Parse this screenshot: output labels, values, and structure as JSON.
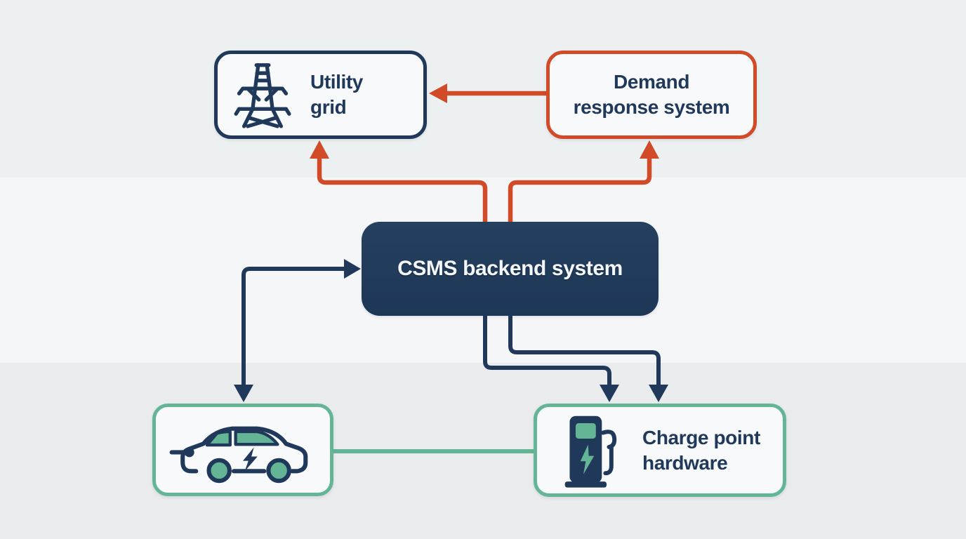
{
  "diagram_type": "flowchart",
  "colors": {
    "navy": "#20395b",
    "orange": "#d14b29",
    "green": "#63b596",
    "box_fill": "#f7f9fa",
    "bg_top": "#edf0f0",
    "bg_mid": "#f5f6f8",
    "bg_bottom": "#e9ebed",
    "csms_text": "#f4f7fa"
  },
  "nodes": {
    "utility_grid": {
      "lines": [
        "Utility",
        "grid"
      ],
      "icon": "transmission-tower-icon",
      "border_color": "#20395b"
    },
    "demand_response": {
      "lines": [
        "Demand",
        "response system"
      ],
      "border_color": "#d14b29"
    },
    "csms_backend": {
      "label": "CSMS backend system",
      "fill_color": "#20395b"
    },
    "ev_car": {
      "icon": "electric-car-icon",
      "border_color": "#63b596"
    },
    "charge_point": {
      "lines": [
        "Charge point",
        "hardware"
      ],
      "icon": "charging-station-icon",
      "border_color": "#63b596"
    }
  },
  "connections": [
    {
      "from": "demand_response",
      "to": "utility_grid",
      "color": "#d14b29",
      "arrow": "to"
    },
    {
      "from": "csms_backend",
      "to": "utility_grid",
      "color": "#d14b29",
      "arrow": "to"
    },
    {
      "from": "csms_backend",
      "to": "demand_response",
      "color": "#d14b29",
      "arrow": "to"
    },
    {
      "from": "ev_car",
      "to": "csms_backend",
      "color": "#20395b",
      "arrow": "both"
    },
    {
      "from": "csms_backend",
      "to": "charge_point",
      "color": "#20395b",
      "arrow": "to"
    },
    {
      "from": "csms_backend",
      "to": "charge_point",
      "color": "#20395b",
      "arrow": "to"
    },
    {
      "from": "ev_car",
      "to": "charge_point",
      "color": "#63b596",
      "arrow": "none"
    }
  ]
}
